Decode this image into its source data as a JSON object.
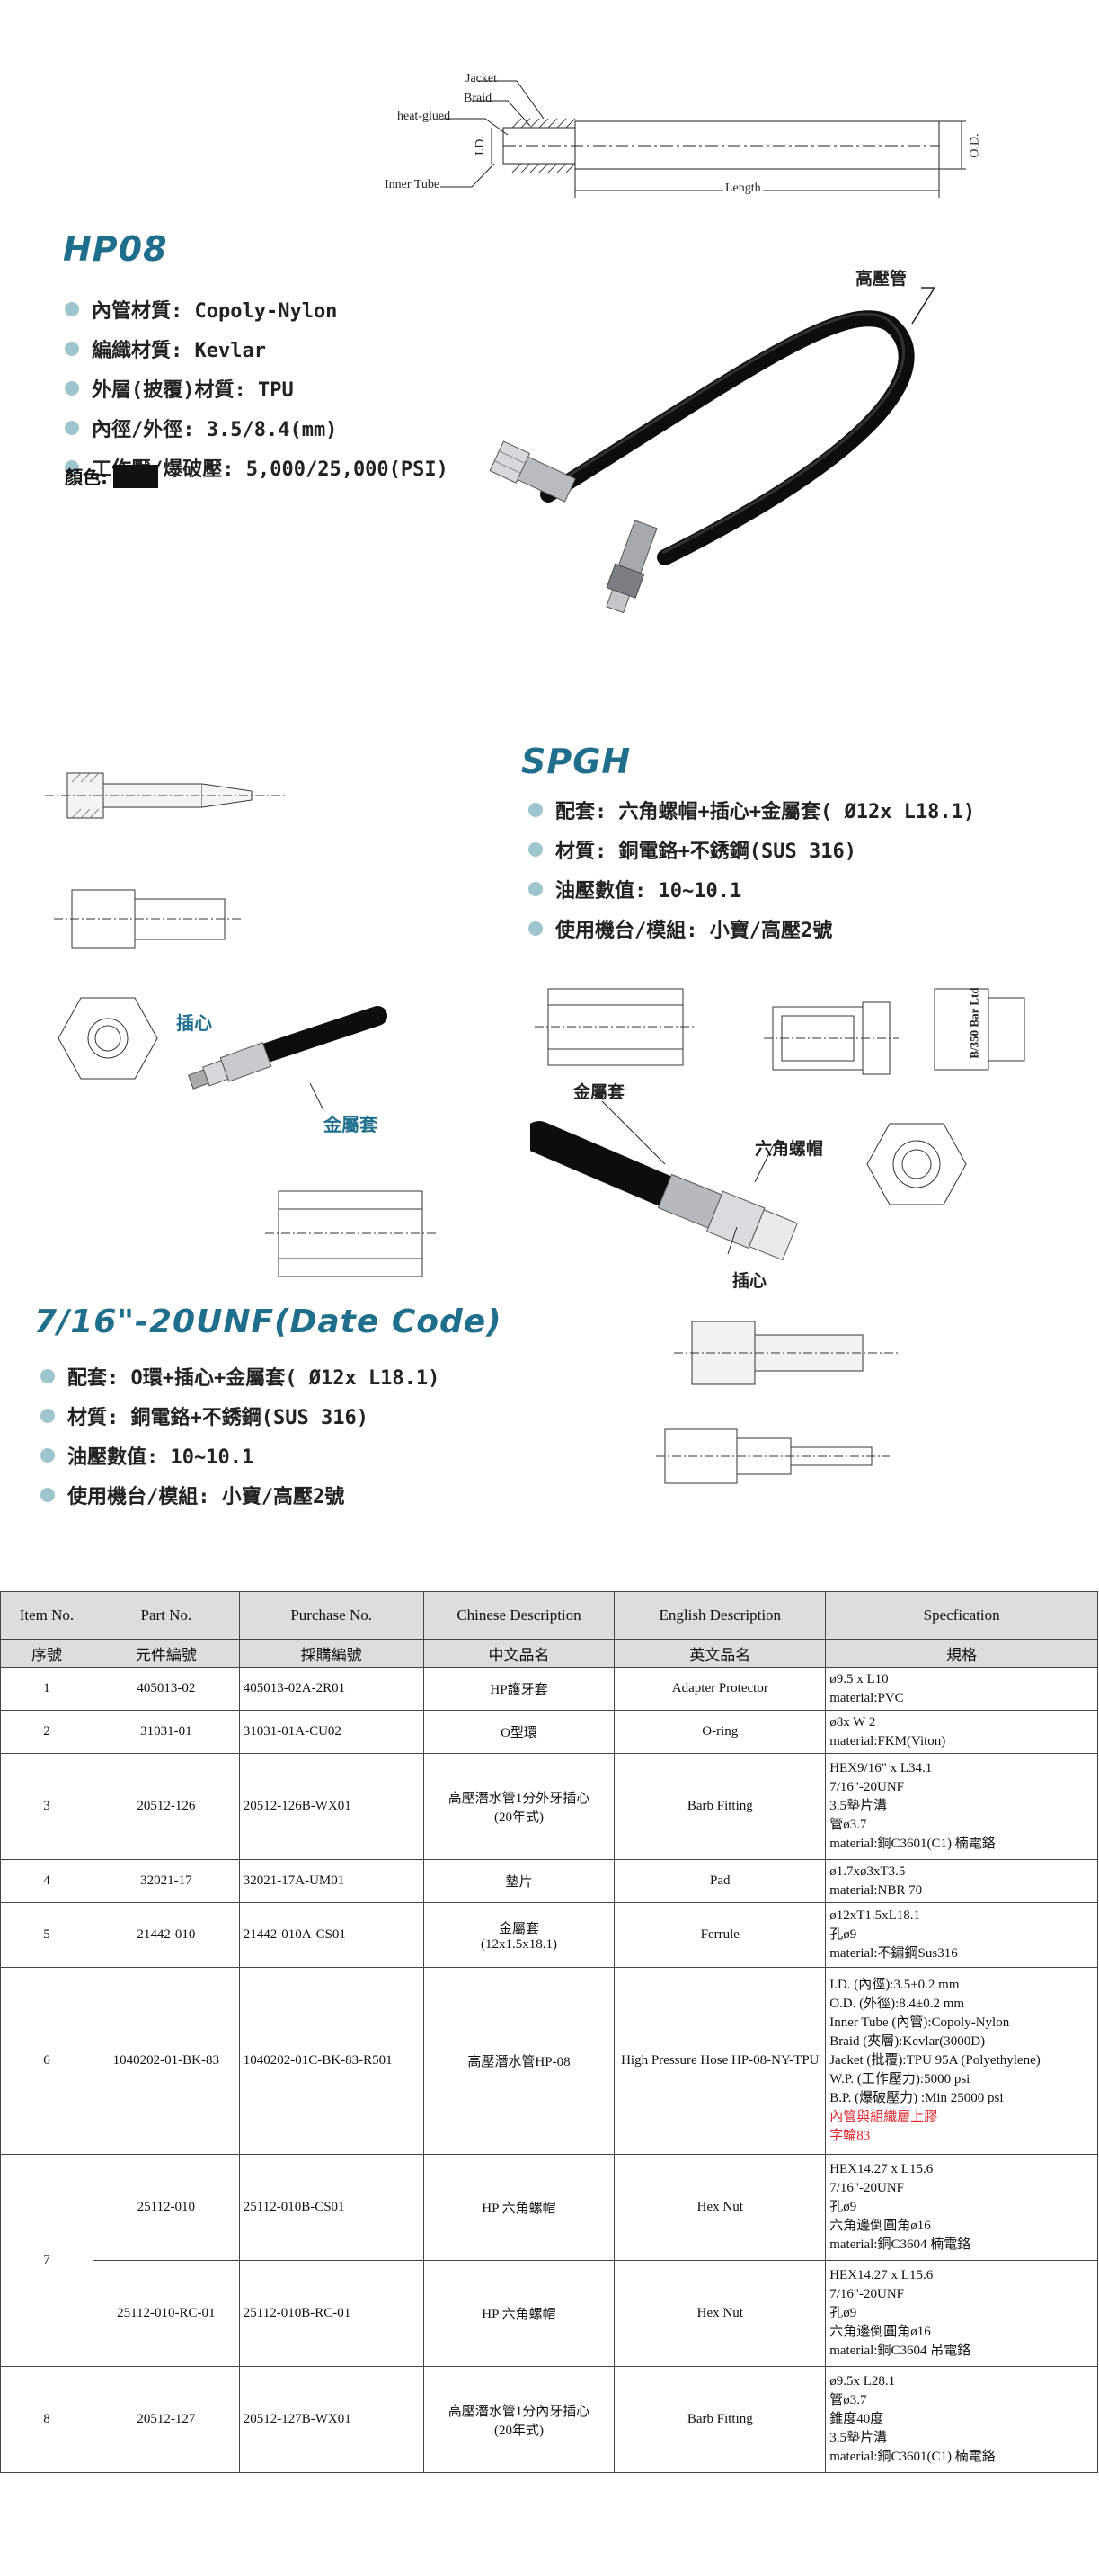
{
  "diagram": {
    "jacket": "Jacket",
    "braid": "Braid",
    "heat_glued": "heat-glued",
    "inner_tube": "Inner Tube",
    "id": "I.D.",
    "od": "O.D.",
    "length": "Length"
  },
  "hp08": {
    "title": "HP08",
    "specs": [
      "內管材質: Copoly-Nylon",
      "編織材質: Kevlar",
      "外層(披覆)材質: TPU",
      "內徑/外徑: 3.5/8.4(mm)",
      "工作壓/爆破壓: 5,000/25,000(PSI)"
    ],
    "color_label": "顏色:",
    "swatch_color": "#111111",
    "photo_label": "高壓管"
  },
  "spgh": {
    "title": "SPGH",
    "specs": [
      "配套: 六角螺帽+插心+金屬套( Ø12x L18.1)",
      "材質: 銅電鉻+不銹鋼(SUS 316)",
      "油壓數值: 10~10.1",
      "使用機台/模組: 小寶/高壓2號"
    ],
    "callout_ferrule": "金屬套",
    "callout_hexnut": "六角螺帽",
    "callout_insert": "插心",
    "nut_marking": "B/350 Bar Ltd"
  },
  "unf": {
    "title": "7/16\"-20UNF(Date Code)",
    "specs": [
      "配套: O環+插心+金屬套( Ø12x L18.1)",
      "材質: 銅電鉻+不銹鋼(SUS 316)",
      "油壓數值: 10~10.1",
      "使用機台/模組: 小寶/高壓2號"
    ],
    "callout_insert": "插心",
    "callout_ferrule": "金屬套"
  },
  "table": {
    "headers_en": [
      "Item No.",
      "Part No.",
      "Purchase No.",
      "Chinese Description",
      "English Description",
      "Specfication"
    ],
    "headers_zh": [
      "序號",
      "元件編號",
      "採購編號",
      "中文品名",
      "英文品名",
      "規格"
    ],
    "rows": [
      {
        "item": "1",
        "part": "405013-02",
        "purchase": "405013-02A-2R01",
        "zh": "HP護牙套",
        "en": "Adapter Protector",
        "spec": [
          "ø9.5 x L10",
          "material:PVC"
        ]
      },
      {
        "item": "2",
        "part": "31031-01",
        "purchase": "31031-01A-CU02",
        "zh": "O型環",
        "en": "O-ring",
        "spec": [
          "ø8x W 2",
          "material:FKM(Viton)"
        ]
      },
      {
        "item": "3",
        "part": "20512-126",
        "purchase": "20512-126B-WX01",
        "zh": "高壓潛水管1分外牙插心\n(20年式)",
        "en": "Barb Fitting",
        "spec": [
          "HEX9/16\" x L34.1",
          "7/16\"-20UNF",
          "3.5墊片溝",
          "管ø3.7",
          "material:銅C3601(C1) 楠電鉻"
        ]
      },
      {
        "item": "4",
        "part": "32021-17",
        "purchase": "32021-17A-UM01",
        "zh": "墊片",
        "en": "Pad",
        "spec": [
          "ø1.7xø3xT3.5",
          "material:NBR 70"
        ]
      },
      {
        "item": "5",
        "part": "21442-010",
        "purchase": "21442-010A-CS01",
        "zh": "金屬套\n(12x1.5x18.1)",
        "en": "Ferrule",
        "spec": [
          "ø12xT1.5xL18.1",
          "孔ø9",
          "material:不鏽鋼Sus316"
        ]
      },
      {
        "item": "6",
        "part": "1040202-01-BK-83",
        "purchase": "1040202-01C-BK-83-R501",
        "zh": "高壓潛水管HP-08",
        "en": "High Pressure Hose HP-08-NY-TPU",
        "spec": [
          "I.D. (內徑):3.5+0.2 mm",
          "O.D. (外徑):8.4±0.2 mm",
          "Inner Tube (內管):Copoly-Nylon",
          "Braid (夾層):Kevlar(3000D)",
          "Jacket (批覆):TPU 95A (Polyethylene)",
          "W.P. (工作壓力):5000 psi",
          "B.P. (爆破壓力) :Min 25000 psi"
        ],
        "spec_red": [
          "內管與組織層上膠",
          "字輪83"
        ]
      },
      {
        "item": "7",
        "part": "25112-010",
        "purchase": "25112-010B-CS01",
        "zh": "HP 六角螺帽",
        "en": "Hex Nut",
        "spec": [
          "HEX14.27 x L15.6",
          "7/16\"-20UNF",
          "孔ø9",
          "六角邊倒圓角ø16",
          "material:銅C3604 楠電鉻"
        ]
      },
      {
        "item": "",
        "part": "25112-010-RC-01",
        "purchase": "25112-010B-RC-01",
        "zh": "HP 六角螺帽",
        "en": "Hex Nut",
        "spec": [
          "HEX14.27 x L15.6",
          "7/16\"-20UNF",
          "孔ø9",
          "六角邊倒圓角ø16",
          "material:銅C3604 吊電鉻"
        ]
      },
      {
        "item": "8",
        "part": "20512-127",
        "purchase": "20512-127B-WX01",
        "zh": "高壓潛水管1分內牙插心\n(20年式)",
        "en": "Barb Fitting",
        "spec": [
          "ø9.5x L28.1",
          "管ø3.7",
          "錐度40度",
          "3.5墊片溝",
          "material:銅C3601(C1) 楠電鉻"
        ]
      }
    ]
  }
}
